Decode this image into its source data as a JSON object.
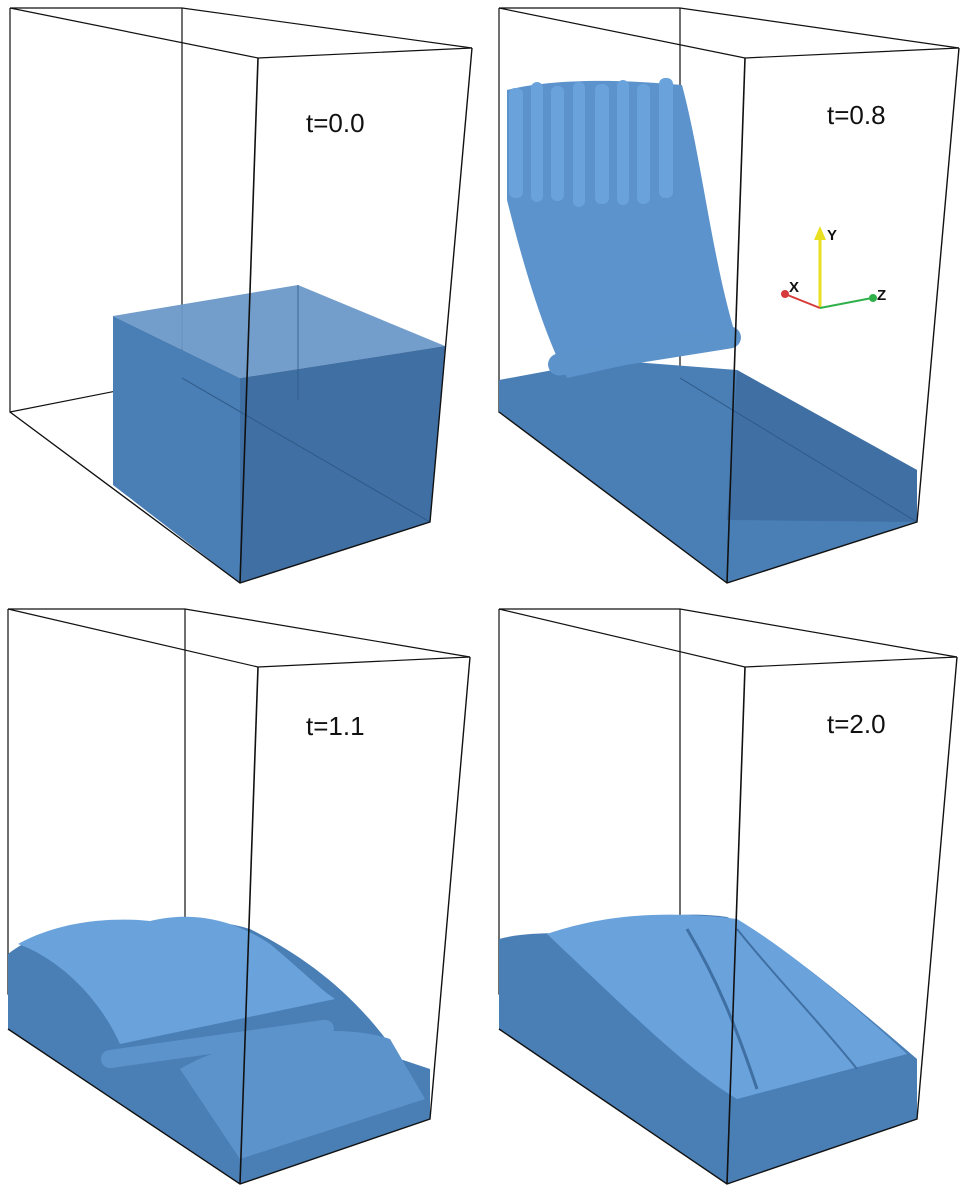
{
  "colors": {
    "water": "#4f86c0",
    "water_dark": "#3f6e9e",
    "water_light": "#6aa3dc",
    "box_edge": "#111111",
    "axis_y": "#e8e020",
    "axis_x": "#d63a3a",
    "axis_z": "#2fb04a"
  },
  "panels": {
    "p1": {
      "time_label": "t=0.0"
    },
    "p2": {
      "time_label": "t=0.8"
    },
    "p3": {
      "time_label": "t=1.1"
    },
    "p4": {
      "time_label": "t=2.0"
    }
  },
  "axes": {
    "y": "Y",
    "x": "X",
    "z": "Z"
  }
}
